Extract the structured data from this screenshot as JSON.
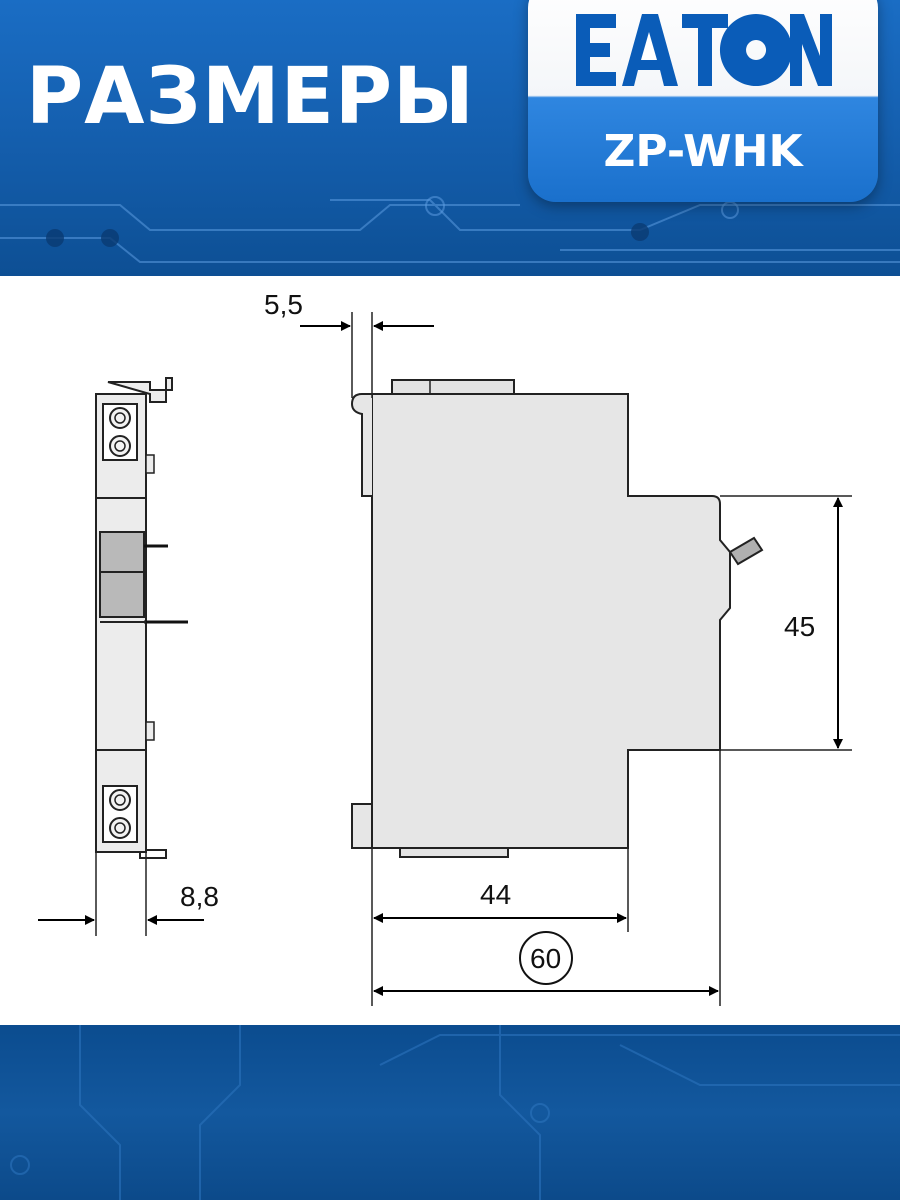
{
  "header": {
    "title": "РАЗМЕРЫ"
  },
  "brand": {
    "logo_text": "EATON",
    "model": "ZP-WHK"
  },
  "dimensions": {
    "offset_top": "5,5",
    "side_width": "8,8",
    "height_section": "45",
    "body_depth": "44",
    "total_depth": "60"
  },
  "colors": {
    "banner_blue": "#1560b0",
    "brand_blue": "#0a5cb8",
    "body_fill": "#e6e6e6",
    "contact_fill": "#b9b9b9"
  },
  "icons": {
    "logo": "eaton-logo-icon",
    "arrow": "dimension-arrow-icon"
  }
}
